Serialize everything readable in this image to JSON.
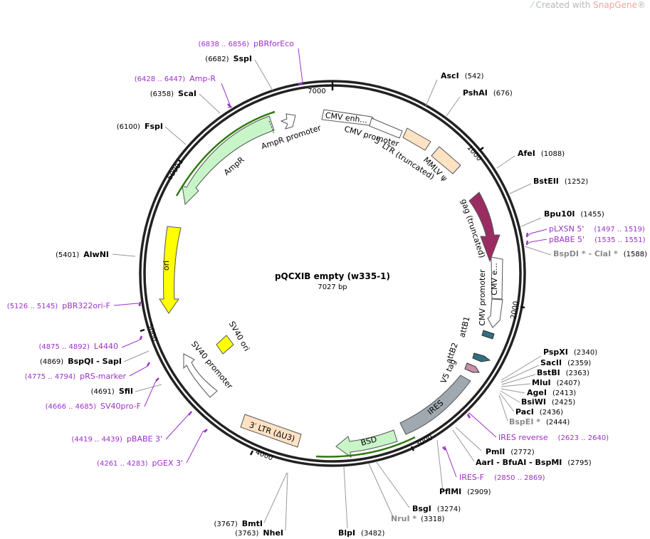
{
  "watermark": {
    "prefix": "Created with ",
    "brand": "SnapGene",
    "suffix": "®"
  },
  "title": "pQCXIB empty (w335-1)",
  "length_text": "7027 bp",
  "total_bp": 7027,
  "tick_labels": [
    "1000",
    "2000",
    "3000",
    "4000",
    "5000",
    "6000",
    "7000"
  ],
  "colors": {
    "backbone": "#222222",
    "enzyme_line": "#999999",
    "primer": "#9b30c8",
    "ampR": "#c8f5c8",
    "gag": "#9a2c62",
    "ori": "#ffff00",
    "ltr": "#fde2c4",
    "ires": "#a0a8b0",
    "attB": "#2f7181",
    "v5": "#c890a8",
    "sv40_ori": "#ffff00",
    "highlight": "#2f7a10"
  },
  "enzymes": [
    {
      "name": "AscI",
      "pos": "(542)",
      "bp": 542,
      "style": "b",
      "side": "R"
    },
    {
      "name": "PshAI",
      "pos": "(676)",
      "bp": 676,
      "style": "b",
      "side": "R"
    },
    {
      "name": "AfeI",
      "pos": "(1088)",
      "bp": 1088,
      "style": "b",
      "side": "R"
    },
    {
      "name": "BstEII",
      "pos": "(1252)",
      "bp": 1252,
      "style": "b",
      "side": "R"
    },
    {
      "name": "Bpu10I",
      "pos": "(1455)",
      "bp": 1455,
      "style": "b",
      "side": "R"
    },
    {
      "name": "BspDI * - ClaI *",
      "pos": "(1588)",
      "bp": 1588,
      "style": "g",
      "side": "R"
    },
    {
      "name": "PspXI",
      "pos": "(2340)",
      "bp": 2340,
      "style": "b",
      "side": "R"
    },
    {
      "name": "SacII",
      "pos": "(2359)",
      "bp": 2359,
      "style": "b",
      "side": "R"
    },
    {
      "name": "BstBI",
      "pos": "(2363)",
      "bp": 2363,
      "style": "b",
      "side": "R"
    },
    {
      "name": "MluI",
      "pos": "(2407)",
      "bp": 2407,
      "style": "b",
      "side": "R"
    },
    {
      "name": "AgeI",
      "pos": "(2413)",
      "bp": 2413,
      "style": "b",
      "side": "R"
    },
    {
      "name": "BsiWI",
      "pos": "(2425)",
      "bp": 2425,
      "style": "b",
      "side": "R"
    },
    {
      "name": "PacI",
      "pos": "(2436)",
      "bp": 2436,
      "style": "b",
      "side": "R"
    },
    {
      "name": "BspEI *",
      "pos": "(2444)",
      "bp": 2444,
      "style": "g",
      "side": "R"
    },
    {
      "name": "PmlI",
      "pos": "(2772)",
      "bp": 2772,
      "style": "b",
      "side": "R"
    },
    {
      "name": "AarI - BfuAI - BspMI",
      "pos": "(2795)",
      "bp": 2795,
      "style": "b",
      "side": "R"
    },
    {
      "name": "PflMI",
      "pos": "(2909)",
      "bp": 2909,
      "style": "b",
      "side": "R"
    },
    {
      "name": "BsgI",
      "pos": "(3274)",
      "bp": 3274,
      "style": "b",
      "side": "R"
    },
    {
      "name": "NruI *",
      "pos": "(3318)",
      "bp": 3318,
      "style": "g",
      "side": "R"
    },
    {
      "name": "BlpI",
      "pos": "(3482)",
      "bp": 3482,
      "style": "b",
      "side": "R"
    },
    {
      "name": "NheI",
      "pos": "(3763)",
      "bp": 3763,
      "style": "b",
      "side": "L"
    },
    {
      "name": "BmtI",
      "pos": "(3767)",
      "bp": 3767,
      "style": "b",
      "side": "L"
    },
    {
      "name": "SfiI",
      "pos": "(4691)",
      "bp": 4691,
      "style": "b",
      "side": "L"
    },
    {
      "name": "BspQI - SapI",
      "pos": "(4869)",
      "bp": 4869,
      "style": "b",
      "side": "L"
    },
    {
      "name": "AlwNI",
      "pos": "(5401)",
      "bp": 5401,
      "style": "b",
      "side": "L"
    },
    {
      "name": "FspI",
      "pos": "(6100)",
      "bp": 6100,
      "style": "b",
      "side": "L"
    },
    {
      "name": "ScaI",
      "pos": "(6358)",
      "bp": 6358,
      "style": "b",
      "side": "L"
    },
    {
      "name": "SspI",
      "pos": "(6682)",
      "bp": 6682,
      "style": "b",
      "side": "L"
    }
  ],
  "primers": [
    {
      "name": "pLXSN 5'",
      "range": "(1497 .. 1519)",
      "bp": 1508,
      "side": "R"
    },
    {
      "name": "pBABE 5'",
      "range": "(1535 .. 1551)",
      "bp": 1543,
      "side": "R"
    },
    {
      "name": "IRES reverse",
      "range": "(2623 .. 2640)",
      "bp": 2631,
      "side": "R"
    },
    {
      "name": "IRES-F",
      "range": "(2850 .. 2869)",
      "bp": 2860,
      "side": "R"
    },
    {
      "name": "pGEX 3'",
      "range": "(4261 .. 4283)",
      "bp": 4272,
      "side": "L"
    },
    {
      "name": "pBABE 3'",
      "range": "(4419 .. 4439)",
      "bp": 4429,
      "side": "L"
    },
    {
      "name": "SV40pro-F",
      "range": "(4666 .. 4685)",
      "bp": 4676,
      "side": "L"
    },
    {
      "name": "pRS-marker",
      "range": "(4775 .. 4794)",
      "bp": 4785,
      "side": "L"
    },
    {
      "name": "L4440",
      "range": "(4875 .. 4892)",
      "bp": 4884,
      "side": "L"
    },
    {
      "name": "pBR322ori-F",
      "range": "(5126 .. 5145)",
      "bp": 5136,
      "side": "L"
    },
    {
      "name": "Amp-R",
      "range": "(6428 .. 6447)",
      "bp": 6438,
      "side": "L"
    },
    {
      "name": "pBRforEco",
      "range": "(6838 .. 6856)",
      "bp": 6847,
      "side": "L"
    }
  ],
  "features": [
    {
      "name": "CMV enh...",
      "label": "CMV enh..."
    },
    {
      "name": "CMV promoter",
      "label": "CMV promoter"
    },
    {
      "name": "5' LTR (truncated)",
      "label": "5′ LTR (truncated)"
    },
    {
      "name": "MMLV psi",
      "label": "MMLV ψ"
    },
    {
      "name": "gag (truncated)",
      "label": "gag (truncated)"
    },
    {
      "name": "CMV e...",
      "label": "CMV e..."
    },
    {
      "name": "CMV promoter 2",
      "label": "CMV promoter"
    },
    {
      "name": "attB1",
      "label": "attB1"
    },
    {
      "name": "attB2",
      "label": "attB2"
    },
    {
      "name": "V5 tag",
      "label": "V5 tag"
    },
    {
      "name": "IRES",
      "label": "IRES"
    },
    {
      "name": "BSD",
      "label": "BSD"
    },
    {
      "name": "3' LTR (dU3)",
      "label": "3′ LTR (ΔU3)"
    },
    {
      "name": "SV40 promoter",
      "label": "SV40 promoter"
    },
    {
      "name": "SV40 ori",
      "label": "SV40 ori"
    },
    {
      "name": "ori",
      "label": "ori"
    },
    {
      "name": "AmpR",
      "label": "AmpR"
    },
    {
      "name": "AmpR promoter",
      "label": "AmpR promoter"
    }
  ]
}
